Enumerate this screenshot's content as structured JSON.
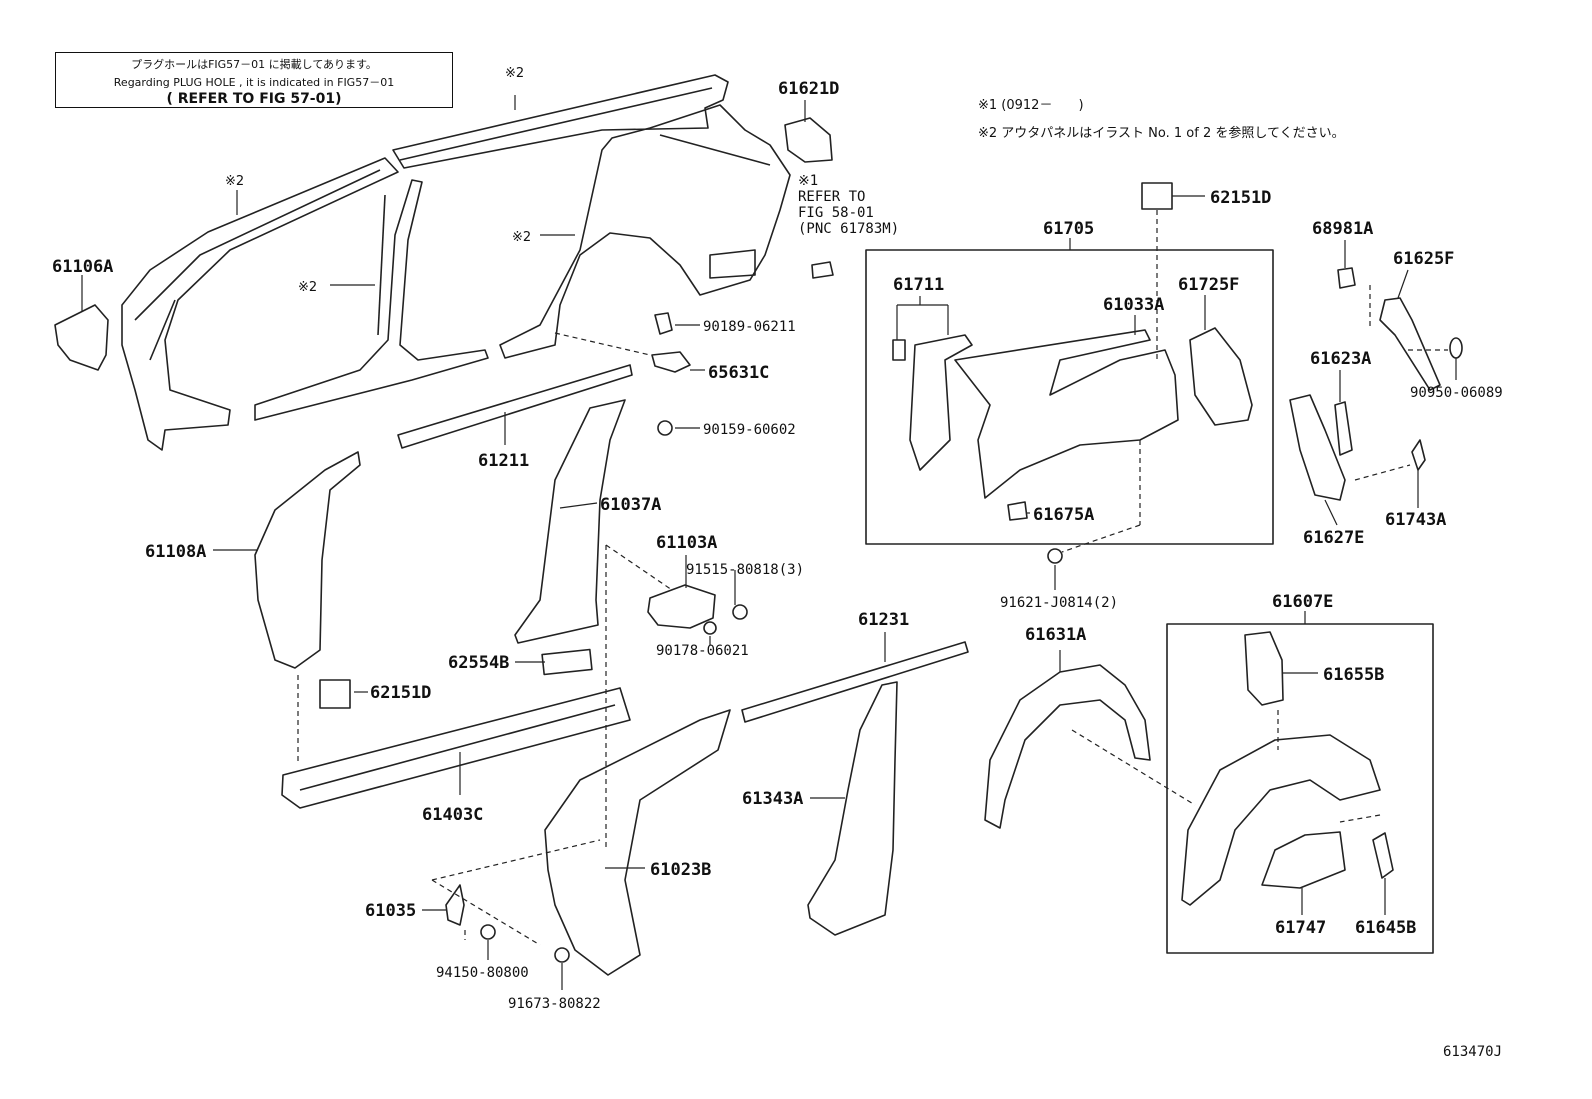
{
  "header_note": {
    "line1": "プラグホールはFIG57－01 に掲載してあります。",
    "line2": "Regarding PLUG HOLE , it is indicated in FIG57－01",
    "line3": "( REFER TO FIG 57-01)"
  },
  "notes": {
    "note1": "※1 (0912－　　)",
    "note2": "※2 アウタパネルはイラスト No. 1 of 2 を参照してください。"
  },
  "refer_note": "※1\nREFER TO\nFIG 58-01\n(PNC 61783M)",
  "asterisk2": "※2",
  "asterisk1": "※1",
  "reference_id": "613470J",
  "part_labels": [
    "61621D",
    "61106A",
    "61211",
    "61037A",
    "61108A",
    "61103A",
    "91515-80818(3)",
    "90178-06021",
    "62554B",
    "62151D",
    "61403C",
    "61231",
    "61343A",
    "61023B",
    "61035",
    "94150-80800",
    "91673-80822",
    "90189-06211",
    "65631C",
    "90159-60602",
    "61705",
    "62151D",
    "61711",
    "61033A",
    "61725F",
    "61675A",
    "91621-J0814(2)",
    "61631A",
    "61607E",
    "61655B",
    "61747",
    "61645B",
    "68981A",
    "61625F",
    "90950-06089",
    "61623A",
    "61627E",
    "61743A"
  ]
}
